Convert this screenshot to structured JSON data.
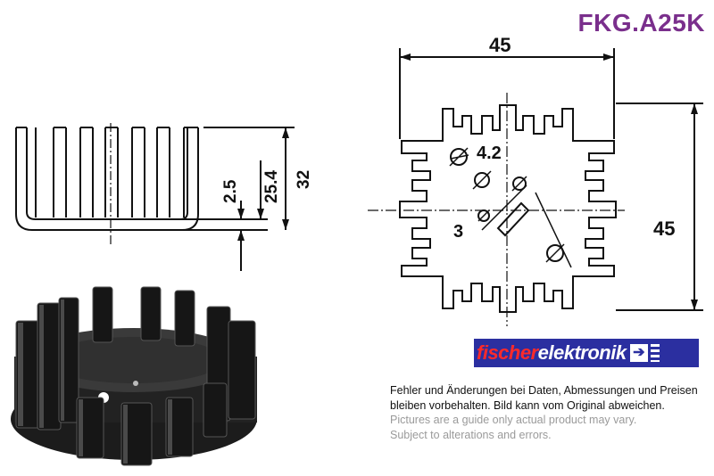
{
  "product_code": "FKG.A25K",
  "side_view": {
    "dim_fin_gap": "2.5",
    "dim_body_height": "25.4",
    "dim_total_height": "32"
  },
  "top_view": {
    "dim_width": "45",
    "dim_height": "45",
    "hole_large": "4.2",
    "hole_small": "3"
  },
  "logo": {
    "brand_part1": "fischer",
    "brand_part2": "elektronik"
  },
  "disclaimer": {
    "german": "Fehler und Änderungen bei Daten, Abmessungen und Preisen bleiben vorbehalten. Bild kann vom Original abweichen.",
    "english_line1": "Pictures are a guide only actual product may vary.",
    "english_line2": "Subject to alterations and errors."
  }
}
